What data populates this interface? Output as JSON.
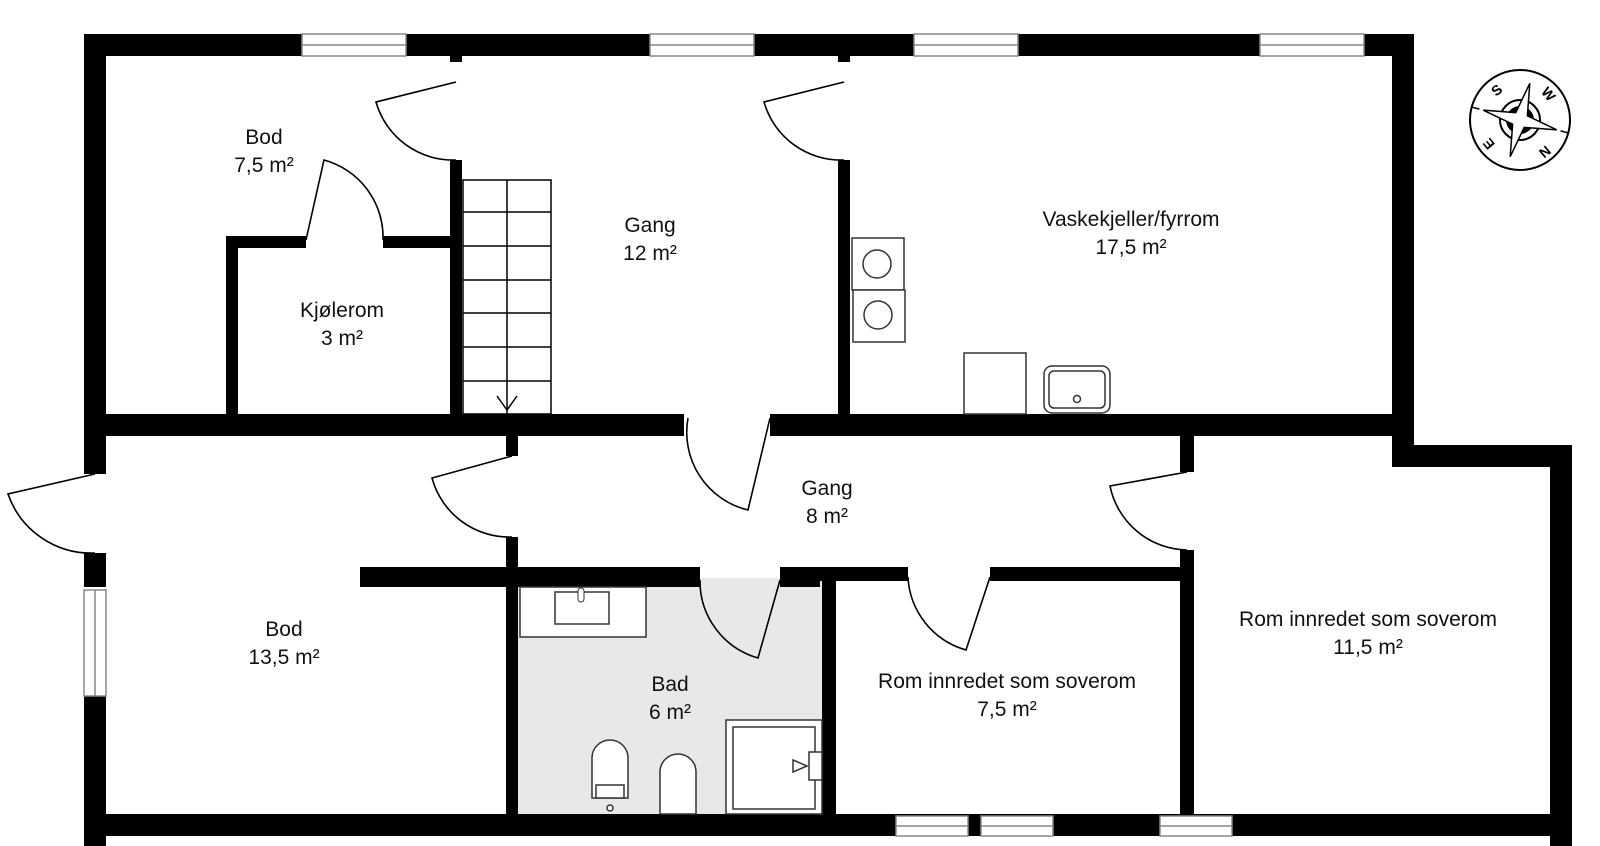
{
  "floorplan": {
    "background": "#ffffff",
    "wall_color": "#000000",
    "bathroom_fill": "#e8e8e8",
    "rooms": [
      {
        "name": "Bod",
        "area": "7,5 m²"
      },
      {
        "name": "Kjølerom",
        "area": "3 m²"
      },
      {
        "name": "Gang",
        "area": "12 m²"
      },
      {
        "name": "Vaskekjeller/fyrrom",
        "area": "17,5 m²"
      },
      {
        "name": "Gang",
        "area": "8 m²"
      },
      {
        "name": "Bod",
        "area": "13,5 m²"
      },
      {
        "name": "Bad",
        "area": "6 m²"
      },
      {
        "name": "Rom innredet som soverom",
        "area": "7,5 m²"
      },
      {
        "name": "Rom innredet som soverom",
        "area": "11,5 m²"
      }
    ],
    "compass": {
      "labels": {
        "top_left": "S",
        "top_right": "W",
        "bottom_left": "E",
        "bottom_right": "N"
      }
    }
  }
}
